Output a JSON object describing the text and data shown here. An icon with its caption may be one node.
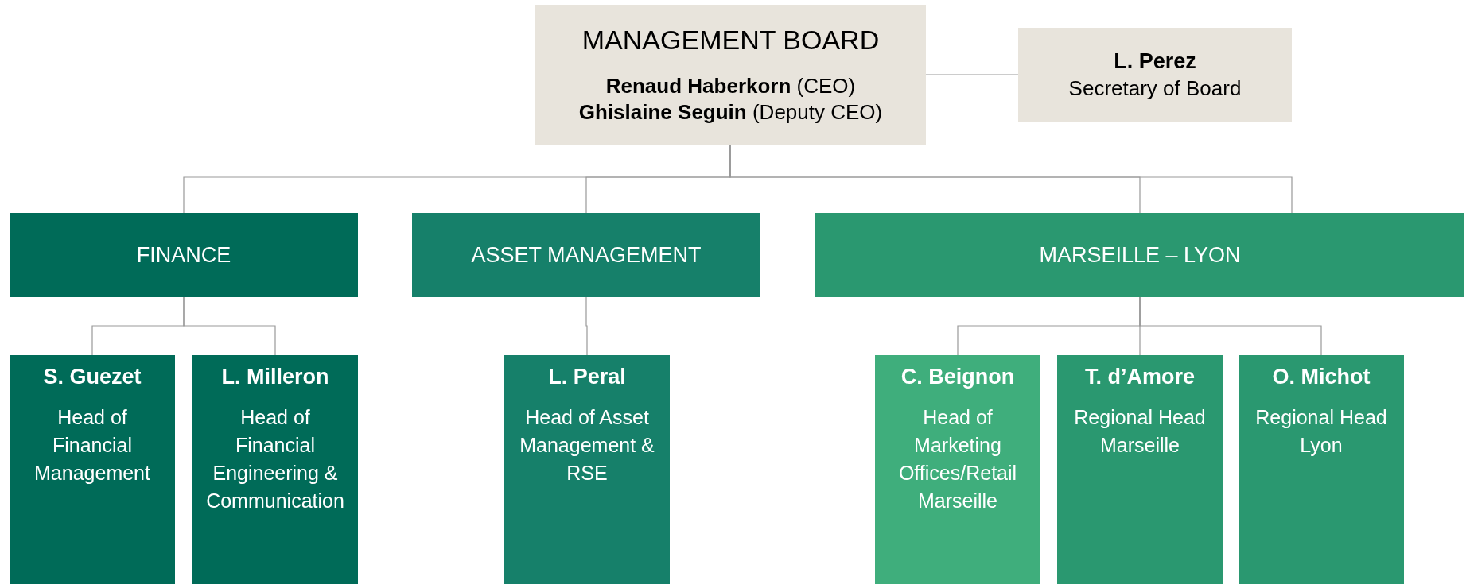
{
  "diagram": {
    "nodes": [
      {
        "text": [
          "MANAGEMENT BOARD",
          "**Renaud Haberkorn** (CEO)",
          "**Ghislaine Seguin** (Deputy CEO)"
        ]
      },
      {
        "text": [
          "L. Perez",
          "Secretary of Board"
        ]
      },
      {
        "text": [
          "FINANCE"
        ]
      },
      {
        "text": [
          "ASSET MANAGEMENT"
        ]
      },
      {
        "text": [
          "MARSEILLE – LYON"
        ]
      },
      {
        "text": [
          "S. Guezet",
          "Head of Financial Management"
        ]
      },
      {
        "text": [
          "L. Milleron",
          "Head of Financial Engineering & Communication"
        ]
      },
      {
        "text": [
          "L. Peral",
          "Head of Asset Management & RSE"
        ]
      },
      {
        "text": [
          "C. Beignon",
          "Head of Marketing Offices/Retail Marseille"
        ]
      },
      {
        "text": [
          "T. d’Amore",
          "Regional Head Marseille"
        ]
      },
      {
        "text": [
          "O. Michot",
          "Regional Head Lyon"
        ]
      }
    ],
    "edges": [
      {
        "from": 0,
        "to": 1,
        "arrow": "none"
      },
      {
        "from": 0,
        "to": 2,
        "arrow": "none"
      },
      {
        "from": 0,
        "to": 3,
        "arrow": "none"
      },
      {
        "from": 0,
        "to": 4,
        "arrow": "none"
      },
      {
        "from": 0,
        "to": 4,
        "arrow": "none"
      },
      {
        "from": 2,
        "to": 5,
        "arrow": "none"
      },
      {
        "from": 2,
        "to": 6,
        "arrow": "none"
      },
      {
        "from": 3,
        "to": 7,
        "arrow": "none"
      },
      {
        "from": 4,
        "to": 8,
        "arrow": "none"
      },
      {
        "from": 4,
        "to": 9,
        "arrow": "none"
      },
      {
        "from": 4,
        "to": 10,
        "arrow": "none"
      }
    ]
  }
}
